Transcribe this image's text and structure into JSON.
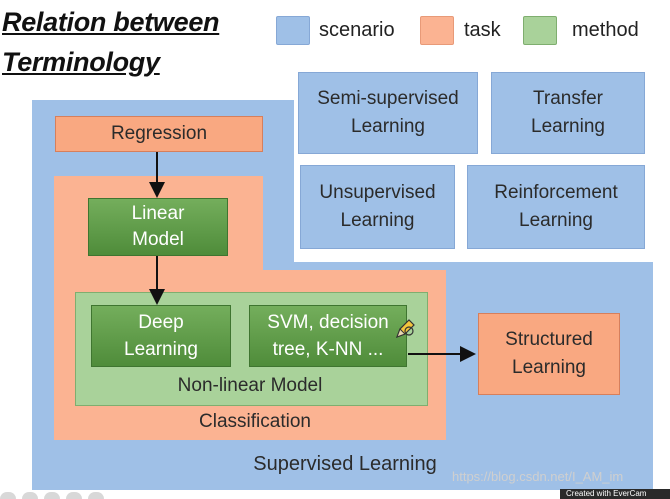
{
  "title": {
    "line1": "Relation between",
    "line2": "Terminology"
  },
  "legend": {
    "scenario": {
      "label": "scenario",
      "color": "#9fc0e7"
    },
    "task": {
      "label": "task",
      "color": "#fbb392"
    },
    "method": {
      "label": "method",
      "color": "#a9d29a"
    }
  },
  "scenarios": {
    "semi_supervised": {
      "line1": "Semi-supervised",
      "line2": "Learning"
    },
    "transfer": {
      "line1": "Transfer",
      "line2": "Learning"
    },
    "unsupervised": {
      "line1": "Unsupervised",
      "line2": "Learning"
    },
    "reinforcement": {
      "line1": "Reinforcement",
      "line2": "Learning"
    },
    "supervised": "Supervised Learning"
  },
  "tasks": {
    "regression": "Regression",
    "classification": "Classification",
    "structured": {
      "line1": "Structured",
      "line2": "Learning"
    }
  },
  "methods": {
    "linear_model": {
      "line1": "Linear",
      "line2": "Model"
    },
    "deep_learning": {
      "line1": "Deep",
      "line2": "Learning"
    },
    "svm": {
      "line1": "SVM, decision",
      "line2": "tree, K-NN ..."
    },
    "non_linear_model": "Non-linear Model"
  },
  "watermark": "https://blog.csdn.net/I_AM_im",
  "evercam": "Created with EverCam"
}
